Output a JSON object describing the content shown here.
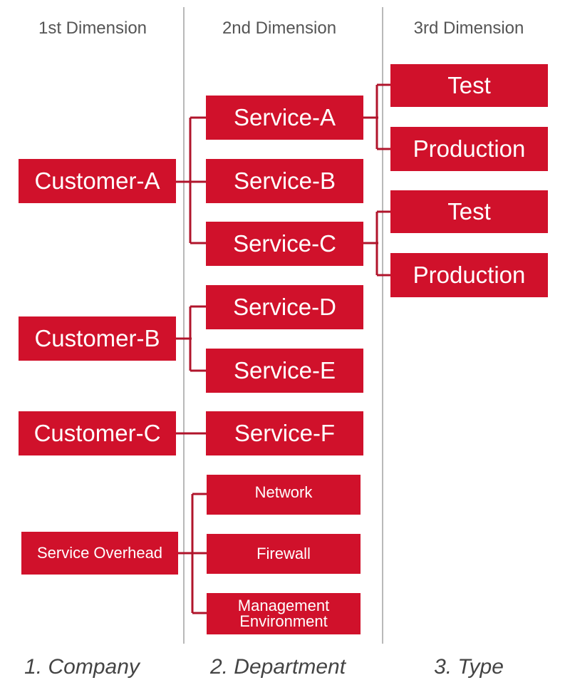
{
  "headers": [
    "1st Dimension",
    "2nd Dimension",
    "3rd Dimension"
  ],
  "captions": [
    "1. Company",
    "2. Department",
    "3. Type"
  ],
  "customers": [
    "Customer-A",
    "Customer-B",
    "Customer-C",
    "Service Overhead"
  ],
  "services": [
    "Service-A",
    "Service-B",
    "Service-C",
    "Service-D",
    "Service-E",
    "Service-F",
    "Network",
    "Firewall",
    "Management\nEnvironment"
  ],
  "types": [
    "Test",
    "Production",
    "Test",
    "Production"
  ],
  "colors": {
    "box": "#d0112b",
    "text": "#ffffff",
    "divider": "#b9b9b9"
  }
}
